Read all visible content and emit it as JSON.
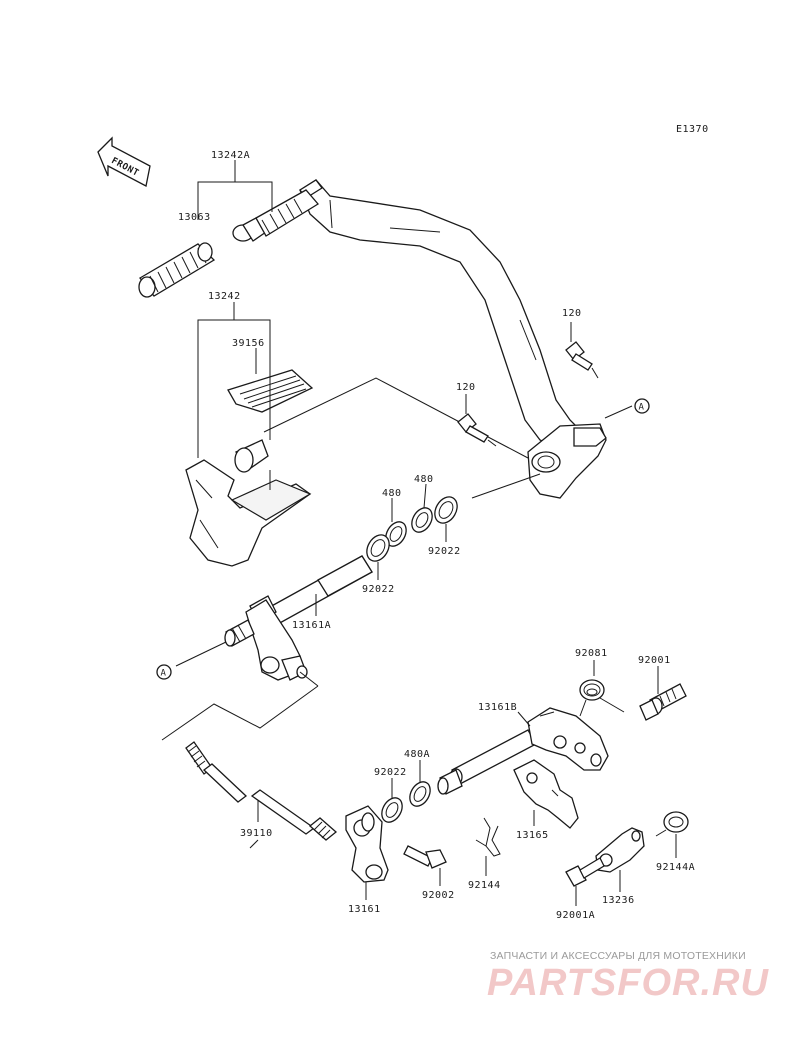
{
  "diagram": {
    "code": "E1370",
    "front_label": "FRONT",
    "ref_marker": "A",
    "parts": {
      "p13242A": "13242A",
      "p13063": "13063",
      "p13242": "13242",
      "p39156": "39156",
      "p120_upper": "120",
      "p120_lower": "120",
      "p480_left": "480",
      "p480_right": "480",
      "p92022_right": "92022",
      "p92022_left": "92022",
      "p13161A": "13161A",
      "p92081": "92081",
      "p92001": "92001",
      "p13161B": "13161B",
      "p480A": "480A",
      "p92022_low": "92022",
      "p39110": "39110",
      "p13165": "13165",
      "p92144": "92144",
      "p92144A": "92144A",
      "p13236": "13236",
      "p13161": "13161",
      "p92002": "92002",
      "p92001A": "92001A"
    }
  },
  "watermark": {
    "tagline": "ЗАПЧАСТИ И АКСЕССУАРЫ ДЛЯ МОТОТЕХНИКИ",
    "logo": "PARTSFOR.RU"
  }
}
